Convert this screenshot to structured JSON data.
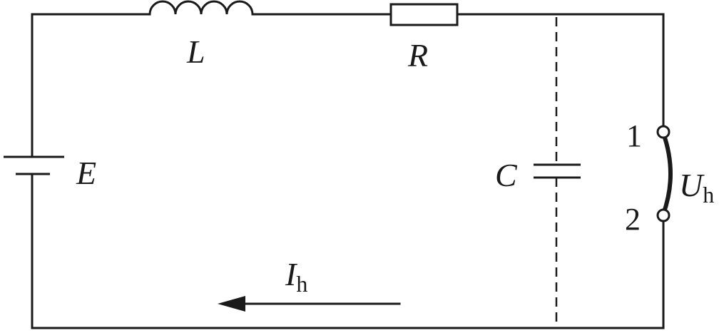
{
  "labels": {
    "inductor": "L",
    "resistor": "R",
    "source": "E",
    "capacitor": "C",
    "voltage_main": "U",
    "voltage_sub": "h",
    "current_main": "I",
    "current_sub": "h",
    "terminal_1": "1",
    "terminal_2": "2"
  }
}
